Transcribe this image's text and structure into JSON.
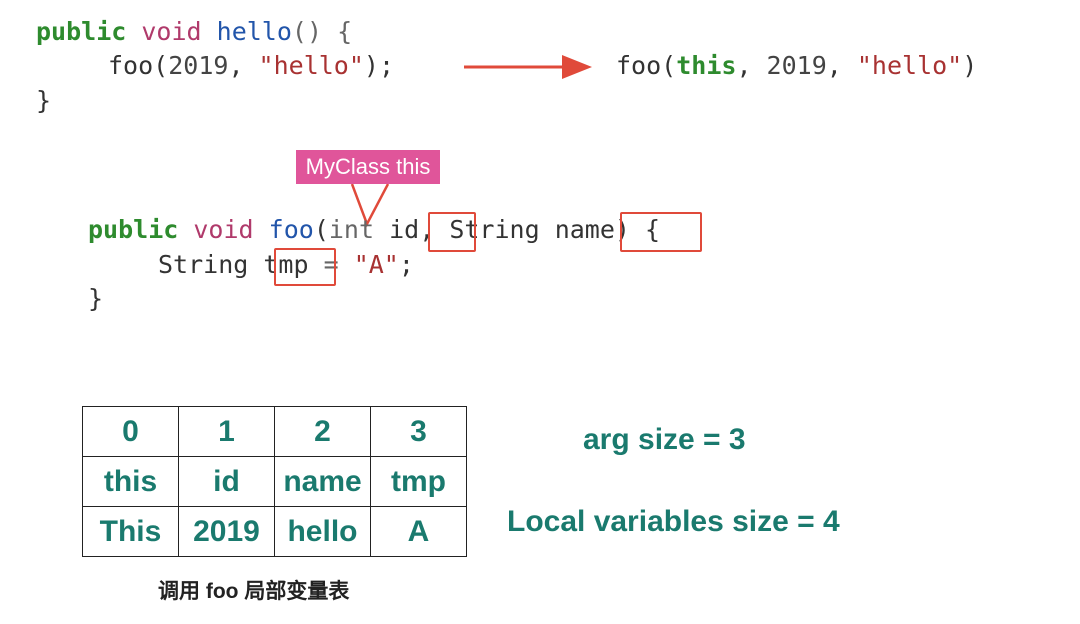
{
  "code_top": {
    "line1": {
      "kw": "public",
      "kw2": "void",
      "fn": "hello",
      "rest": "() {"
    },
    "line2": {
      "call": "foo(",
      "num": "2019",
      "sep": ", ",
      "str": "\"hello\"",
      "end": ");"
    },
    "line3": "}",
    "rewritten": {
      "call": "foo(",
      "kw": "this",
      "sep1": ", ",
      "num": "2019",
      "sep2": ", ",
      "str": "\"hello\"",
      "end": ")"
    }
  },
  "code_bottom": {
    "line1": {
      "kw": "public",
      "kw2": "void",
      "fn": "foo",
      "paren": "(",
      "type1": "int",
      "p1": "id",
      "comma": ", ",
      "type2": "String",
      "p2": "name",
      "end": ") {"
    },
    "line2": {
      "type": "String",
      "var": "tmp",
      "eq": " = ",
      "str": "\"A\"",
      "end": ";"
    },
    "line3": "}"
  },
  "tag_label": "MyClass this",
  "table": {
    "indices": [
      "0",
      "1",
      "2",
      "3"
    ],
    "names": [
      "this",
      "id",
      "name",
      "tmp"
    ],
    "values": [
      "This",
      "2019",
      "hello",
      "A"
    ]
  },
  "caption": "调用 foo 局部变量表",
  "arg_size": "arg size =  3",
  "local_size": "Local variables size = 4",
  "colors": {
    "keyword": "#2e8b2e",
    "string": "#a83232",
    "highlight": "#e04a3a",
    "tag": "#e0559a",
    "table_text": "#1a7a6e"
  }
}
